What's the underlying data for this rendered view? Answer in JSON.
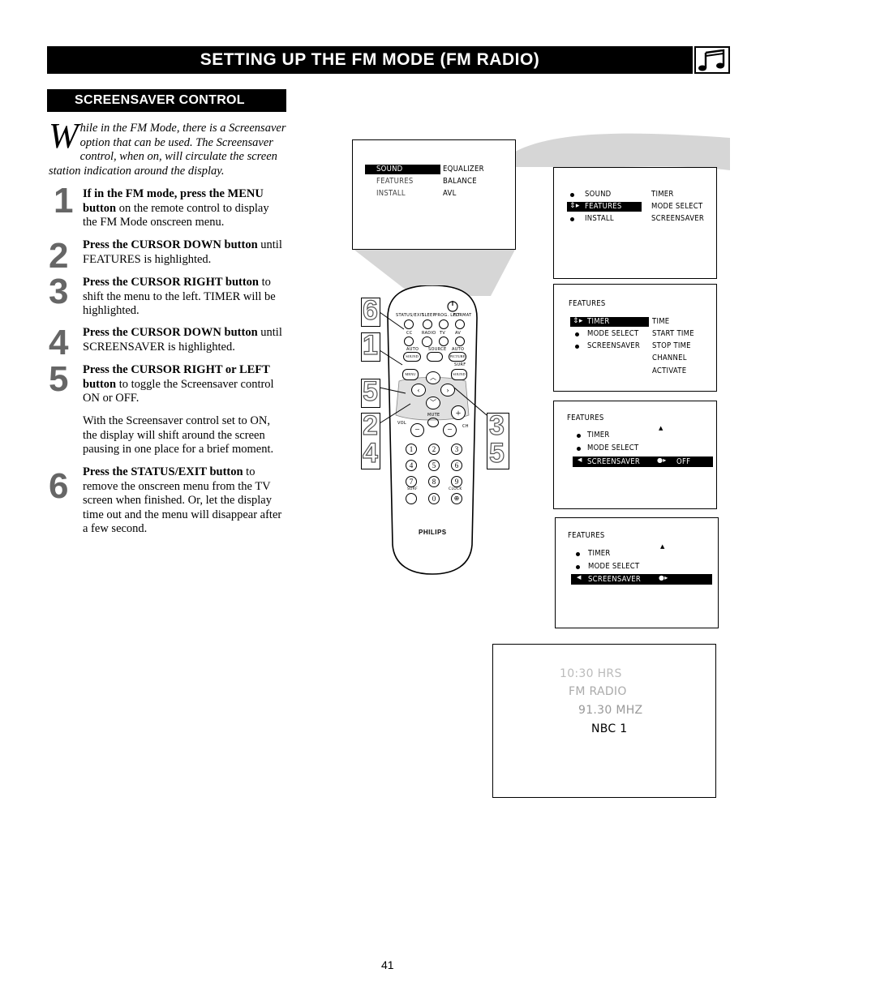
{
  "header": {
    "title": "SETTING UP THE FM MODE (FM RADIO)",
    "icon": "music-note-icon"
  },
  "section": {
    "title": "SCREENSAVER CONTROL"
  },
  "intro": {
    "dropcap": "W",
    "text": "hile in the FM Mode, there is a Screensaver option that can be used. The Screensaver control, when on, will circulate the screen station indication around the display."
  },
  "steps": [
    {
      "num": "1",
      "bold": "If in the FM mode, press the MENU button",
      "rest": " on the remote control to display the FM Mode onscreen menu."
    },
    {
      "num": "2",
      "bold": "Press the CURSOR DOWN button",
      "rest": " until FEATURES is highlighted."
    },
    {
      "num": "3",
      "bold": "Press the CURSOR RIGHT button",
      "rest": " to shift the menu to the left. TIMER will be highlighted."
    },
    {
      "num": "4",
      "bold": "Press the CURSOR DOWN button",
      "rest": " until SCREENSAVER is highlighted."
    },
    {
      "num": "5",
      "bold": "Press the CURSOR RIGHT or LEFT button",
      "rest": " to toggle the Screensaver control ON or OFF."
    },
    {
      "num": "6",
      "bold": "Press the STATUS/EXIT button",
      "rest": " to remove the onscreen menu from the TV screen when finished. Or, let the display time out and the menu will disappear after a few second."
    }
  ],
  "note": "With the Screensaver control set to ON, the display will shift around the screen pausing in one place for a brief moment.",
  "menu1": {
    "left": [
      "SOUND",
      "FEATURES",
      "INSTALL"
    ],
    "right": [
      "EQUALIZER",
      "BALANCE",
      "AVL"
    ]
  },
  "menu2": {
    "left": [
      "SOUND",
      "FEATURES",
      "INSTALL"
    ],
    "right": [
      "TIMER",
      "MODE SELECT",
      "SCREENSAVER"
    ]
  },
  "menu3": {
    "title": "FEATURES",
    "left": [
      "TIMER",
      "MODE SELECT",
      "SCREENSAVER"
    ],
    "right": [
      "TIME",
      "START TIME",
      "STOP TIME",
      "CHANNEL",
      "ACTIVATE"
    ]
  },
  "menu4": {
    "title": "FEATURES",
    "left": [
      "TIMER",
      "MODE SELECT",
      "SCREENSAVER"
    ],
    "value": "OFF"
  },
  "menu5": {
    "title": "FEATURES",
    "left": [
      "TIMER",
      "MODE SELECT",
      "SCREENSAVER"
    ]
  },
  "radio_screen": {
    "time": "10:30 HRS",
    "mode": "FM RADIO",
    "freq": "91.30 MHZ",
    "station": "NBC 1"
  },
  "remote": {
    "brand": "PHILIPS",
    "top_labels": [
      "STATUS/EXIT",
      "SLEEP",
      "PROG. LIST",
      "FORMAT"
    ],
    "row2_labels": [
      "CC",
      "RADIO",
      "TV",
      "AV"
    ],
    "row3_labels": [
      "AUTO",
      "SOURCE",
      "AUTO"
    ],
    "mode_labels": [
      "SOUND",
      "PICTURE"
    ],
    "surf": "SURF",
    "menu": "MENU",
    "sound": "SOUND",
    "mute": "MUTE",
    "vol": "VOL",
    "ch": "CH",
    "digits": [
      "1",
      "2",
      "3",
      "4",
      "5",
      "6",
      "7",
      "8",
      "9"
    ],
    "zero": "0",
    "surf2": "SURF",
    "clock": "CLOCK",
    "callouts_left": [
      "6",
      "1",
      "5",
      "2",
      "4"
    ],
    "callouts_right": [
      "3",
      "5"
    ]
  },
  "page_number": "41"
}
